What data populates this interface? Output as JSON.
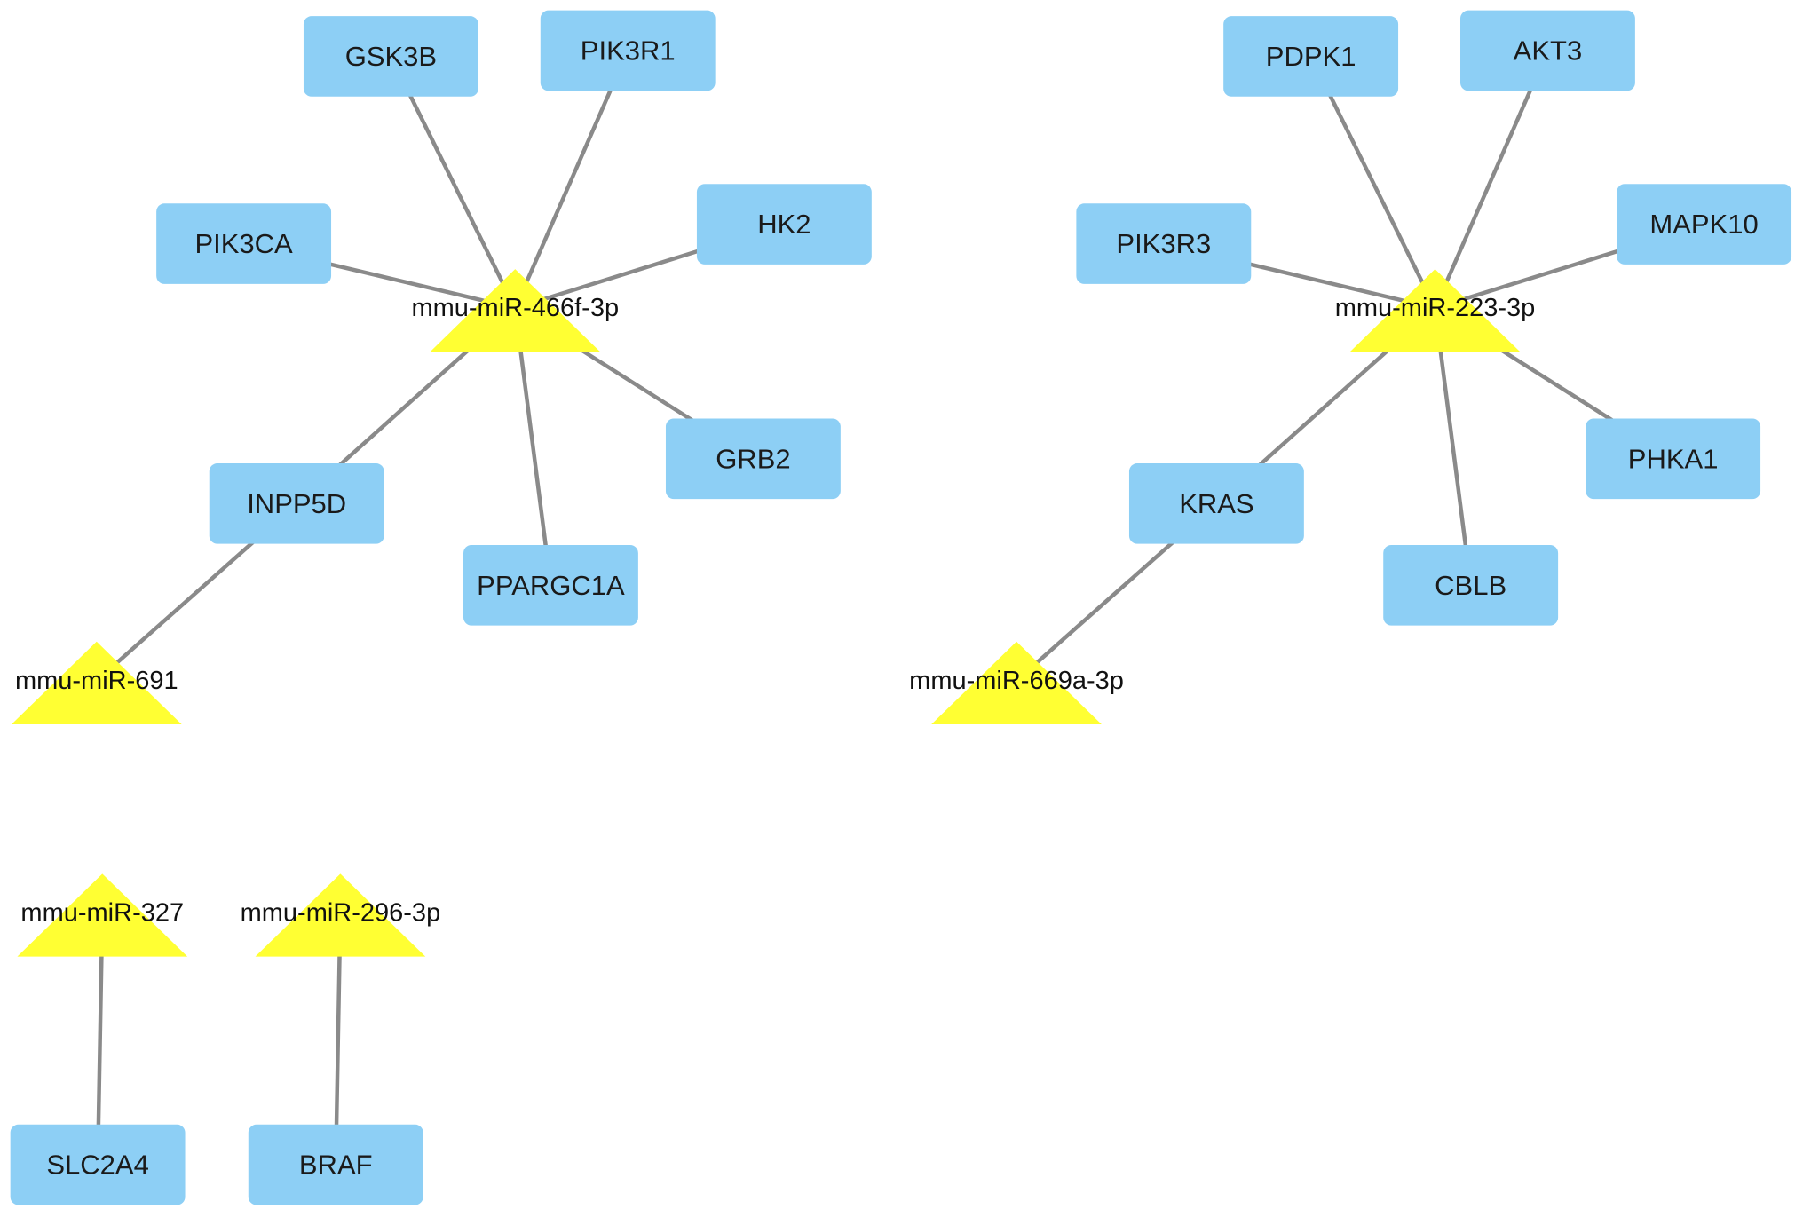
{
  "colors": {
    "gene_fill": "#8dcff5",
    "mirna_fill": "#ffff33",
    "edge": "#8a8a8a",
    "text": "#1a1a1a"
  },
  "nodes": [
    {
      "id": "mmu-miR-466f-3p",
      "type": "mirna",
      "label": "mmu-miR-466f-3p"
    },
    {
      "id": "mmu-miR-223-3p",
      "type": "mirna",
      "label": "mmu-miR-223-3p"
    },
    {
      "id": "mmu-miR-691",
      "type": "mirna",
      "label": "mmu-miR-691"
    },
    {
      "id": "mmu-miR-669a-3p",
      "type": "mirna",
      "label": "mmu-miR-669a-3p"
    },
    {
      "id": "mmu-miR-327",
      "type": "mirna",
      "label": "mmu-miR-327"
    },
    {
      "id": "mmu-miR-296-3p",
      "type": "mirna",
      "label": "mmu-miR-296-3p"
    },
    {
      "id": "GSK3B",
      "type": "gene",
      "label": "GSK3B"
    },
    {
      "id": "PIK3R1",
      "type": "gene",
      "label": "PIK3R1"
    },
    {
      "id": "PIK3CA",
      "type": "gene",
      "label": "PIK3CA"
    },
    {
      "id": "HK2",
      "type": "gene",
      "label": "HK2"
    },
    {
      "id": "GRB2",
      "type": "gene",
      "label": "GRB2"
    },
    {
      "id": "INPP5D",
      "type": "gene",
      "label": "INPP5D"
    },
    {
      "id": "PPARGC1A",
      "type": "gene",
      "label": "PPARGC1A"
    },
    {
      "id": "PDPK1",
      "type": "gene",
      "label": "PDPK1"
    },
    {
      "id": "AKT3",
      "type": "gene",
      "label": "AKT3"
    },
    {
      "id": "PIK3R3",
      "type": "gene",
      "label": "PIK3R3"
    },
    {
      "id": "MAPK10",
      "type": "gene",
      "label": "MAPK10"
    },
    {
      "id": "PHKA1",
      "type": "gene",
      "label": "PHKA1"
    },
    {
      "id": "KRAS",
      "type": "gene",
      "label": "KRAS"
    },
    {
      "id": "CBLB",
      "type": "gene",
      "label": "CBLB"
    },
    {
      "id": "SLC2A4",
      "type": "gene",
      "label": "SLC2A4"
    },
    {
      "id": "BRAF",
      "type": "gene",
      "label": "BRAF"
    }
  ],
  "edges": [
    [
      "mmu-miR-466f-3p",
      "GSK3B"
    ],
    [
      "mmu-miR-466f-3p",
      "PIK3R1"
    ],
    [
      "mmu-miR-466f-3p",
      "PIK3CA"
    ],
    [
      "mmu-miR-466f-3p",
      "HK2"
    ],
    [
      "mmu-miR-466f-3p",
      "GRB2"
    ],
    [
      "mmu-miR-466f-3p",
      "INPP5D"
    ],
    [
      "mmu-miR-466f-3p",
      "PPARGC1A"
    ],
    [
      "mmu-miR-691",
      "INPP5D"
    ],
    [
      "mmu-miR-223-3p",
      "PDPK1"
    ],
    [
      "mmu-miR-223-3p",
      "AKT3"
    ],
    [
      "mmu-miR-223-3p",
      "PIK3R3"
    ],
    [
      "mmu-miR-223-3p",
      "MAPK10"
    ],
    [
      "mmu-miR-223-3p",
      "PHKA1"
    ],
    [
      "mmu-miR-223-3p",
      "KRAS"
    ],
    [
      "mmu-miR-223-3p",
      "CBLB"
    ],
    [
      "mmu-miR-669a-3p",
      "KRAS"
    ],
    [
      "mmu-miR-327",
      "SLC2A4"
    ],
    [
      "mmu-miR-296-3p",
      "BRAF"
    ]
  ]
}
